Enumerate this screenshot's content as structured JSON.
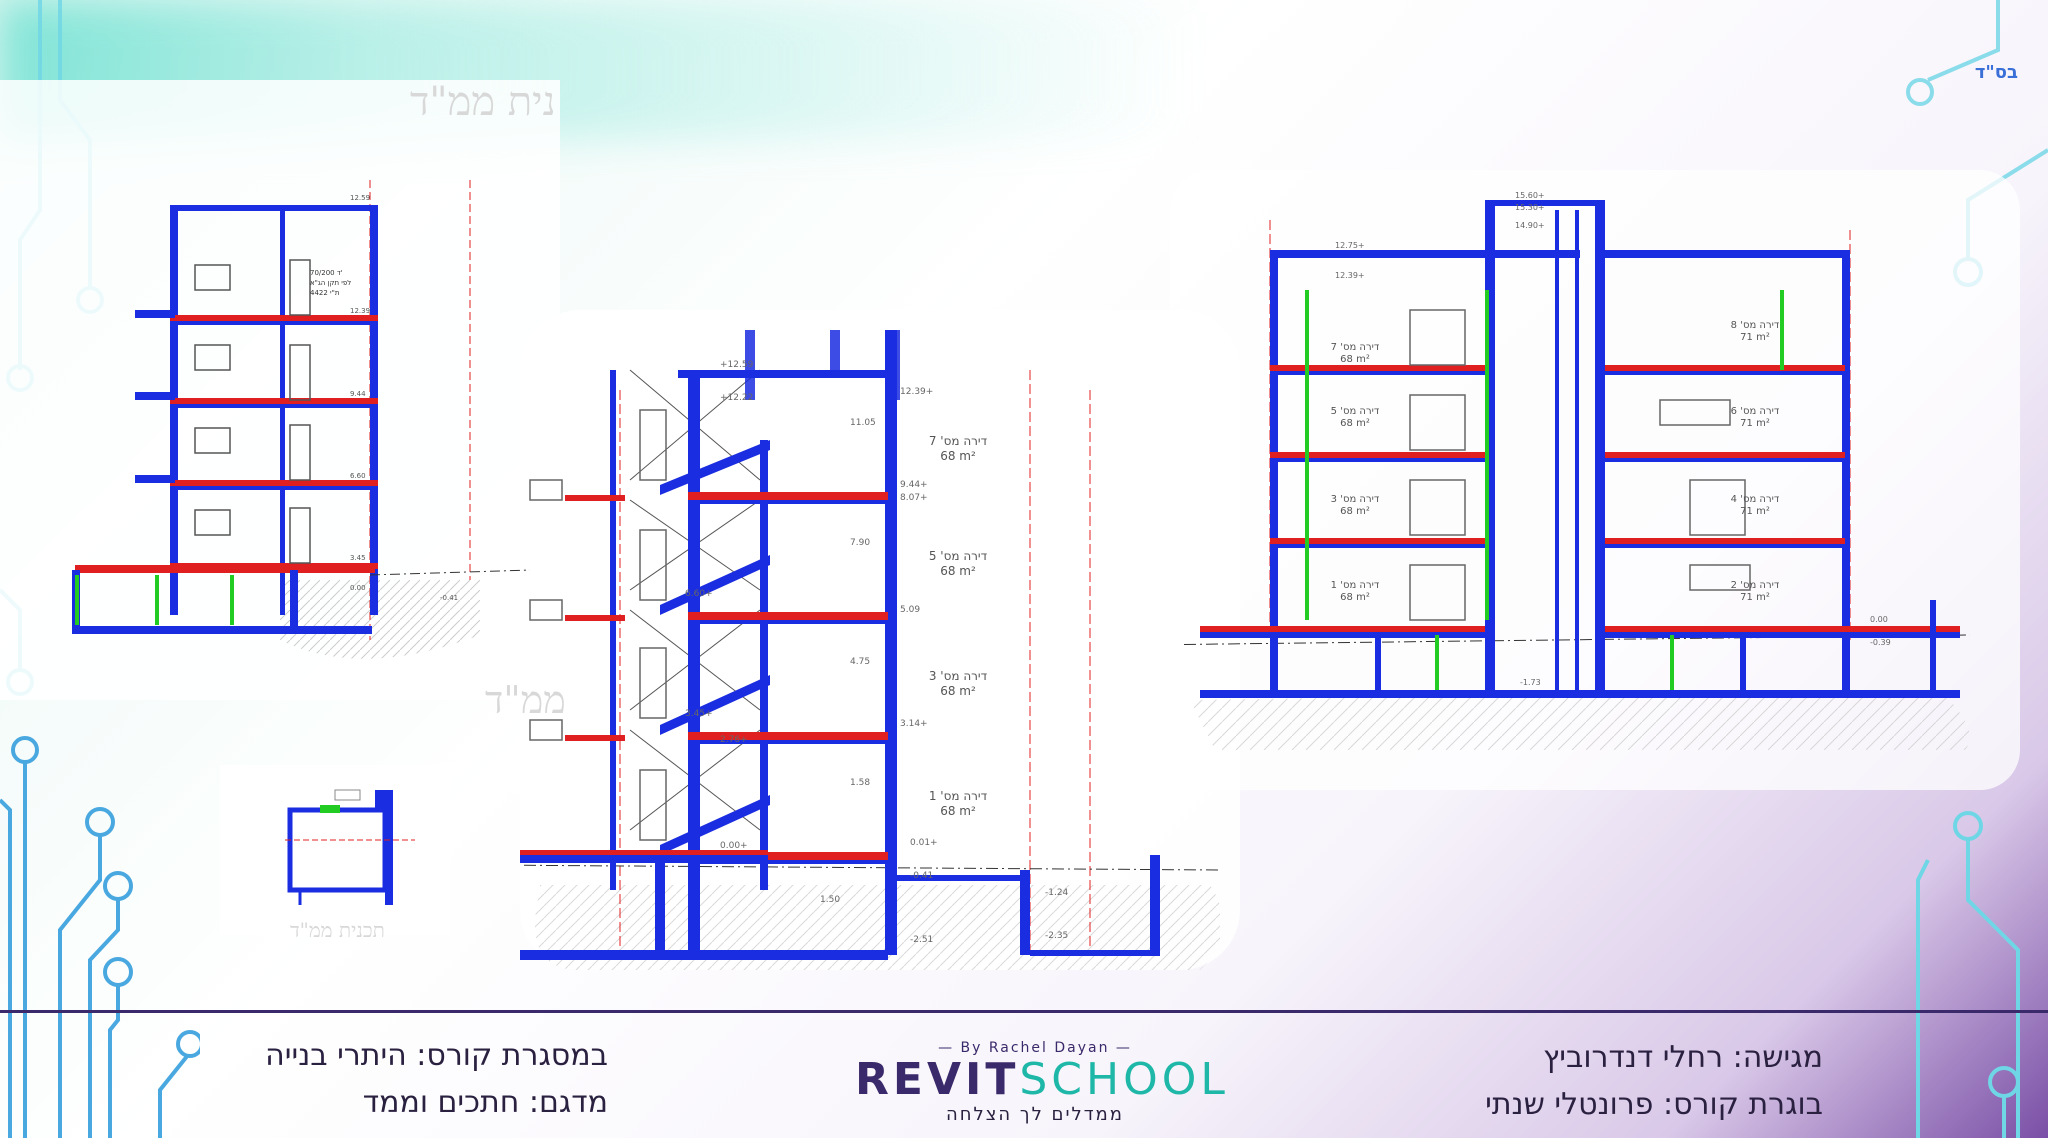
{
  "header": {
    "corner_mark": "בס\"ד"
  },
  "watermarks": {
    "top_left": "נית ממ\"ד",
    "mid_left": "ממ\"ד",
    "small_plan_caption": "תכנית ממ\"ד"
  },
  "footer": {
    "course_frame": "במסגרת קורס: היתרי בנייה",
    "model": "מדגם: חתכים וממד",
    "presenter": "מגישה: רחלי דנדרוביץ",
    "graduate": "בוגרת קורס: פרונטלי שנתי"
  },
  "logo": {
    "by_line": "— By Rachel Dayan —",
    "brand_a": "REVIT",
    "brand_b": "SCHOOL",
    "tagline": "ממדלים לך הצלחה"
  },
  "center_section": {
    "apartments": [
      {
        "label": "דירה מס' 7",
        "area": "68 m²"
      },
      {
        "label": "דירה מס' 5",
        "area": "68 m²"
      },
      {
        "label": "דירה מס' 3",
        "area": "68 m²"
      },
      {
        "label": "דירה מס' 1",
        "area": "68 m²"
      }
    ],
    "levels": [
      "+12.59",
      "+12.22",
      "12.39+",
      "11.05",
      "9.44+",
      "8.07+",
      "7.90",
      "6.60+",
      "5.09",
      "4.75",
      "3.45+",
      "3.14+",
      "2.76+",
      "1.58",
      "0.01+",
      "0.00+",
      "1.50",
      "-0.41",
      "-1.24",
      "-2.35",
      "-2.51"
    ]
  },
  "right_section": {
    "apartments_left": [
      {
        "label": "דירה מס' 7",
        "area": "68 m²"
      },
      {
        "label": "דירה מס' 5",
        "area": "68 m²"
      },
      {
        "label": "דירה מס' 3",
        "area": "68 m²"
      },
      {
        "label": "דירה מס' 1",
        "area": "68 m²"
      }
    ],
    "apartments_right": [
      {
        "label": "דירה מס' 8",
        "area": "71 m²"
      },
      {
        "label": "דירה מס' 6",
        "area": "71 m²"
      },
      {
        "label": "דירה מס' 4",
        "area": "71 m²"
      },
      {
        "label": "דירה מס' 2",
        "area": "71 m²"
      }
    ],
    "levels": [
      "15.60+",
      "15.30+",
      "14.90+",
      "12.75+",
      "12.39+",
      "0.00",
      "-0.39",
      "-1.73"
    ]
  },
  "left_section": {
    "levels": [
      "12.59",
      "12.39",
      "9.44",
      "6.60",
      "3.45",
      "0.00",
      "-0.41"
    ],
    "notes": [
      "70/200 ד'",
      "לפי תקן הג\"א",
      "4422 ת\"י"
    ]
  },
  "colors": {
    "wall": "#1a2de0",
    "slab": "#e02020",
    "green": "#22cc22",
    "footer": "#3b2a6b",
    "accent": "#1fb8a8"
  }
}
